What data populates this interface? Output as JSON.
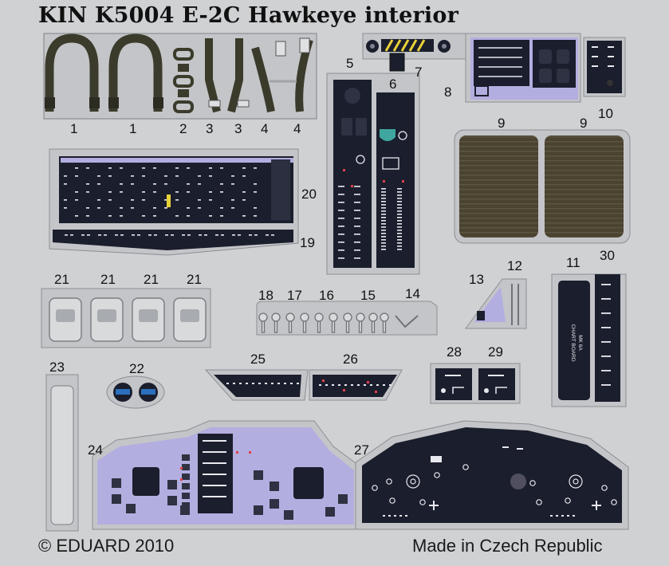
{
  "title": "KIN K5004  E-2C Hawkeye interior",
  "copyright": "© EDUARD 2010",
  "origin": "Made in Czech Republic",
  "chart_board_text": "MK 6A\nCHART BOARD",
  "part_numbers": [
    "1",
    "1",
    "2",
    "3",
    "3",
    "4",
    "4",
    "5",
    "6",
    "7",
    "8",
    "9",
    "9",
    "10",
    "11",
    "12",
    "13",
    "14",
    "15",
    "16",
    "17",
    "18",
    "19",
    "20",
    "21",
    "21",
    "21",
    "21",
    "22",
    "23",
    "24",
    "25",
    "26",
    "27",
    "28",
    "29",
    "30"
  ],
  "colors": {
    "fret": "#cfd1d3",
    "panel_dark": "#1b1e2c",
    "lavender": "#b3aee0",
    "strap": "#3b3b2c",
    "wood": "#4a4330"
  }
}
